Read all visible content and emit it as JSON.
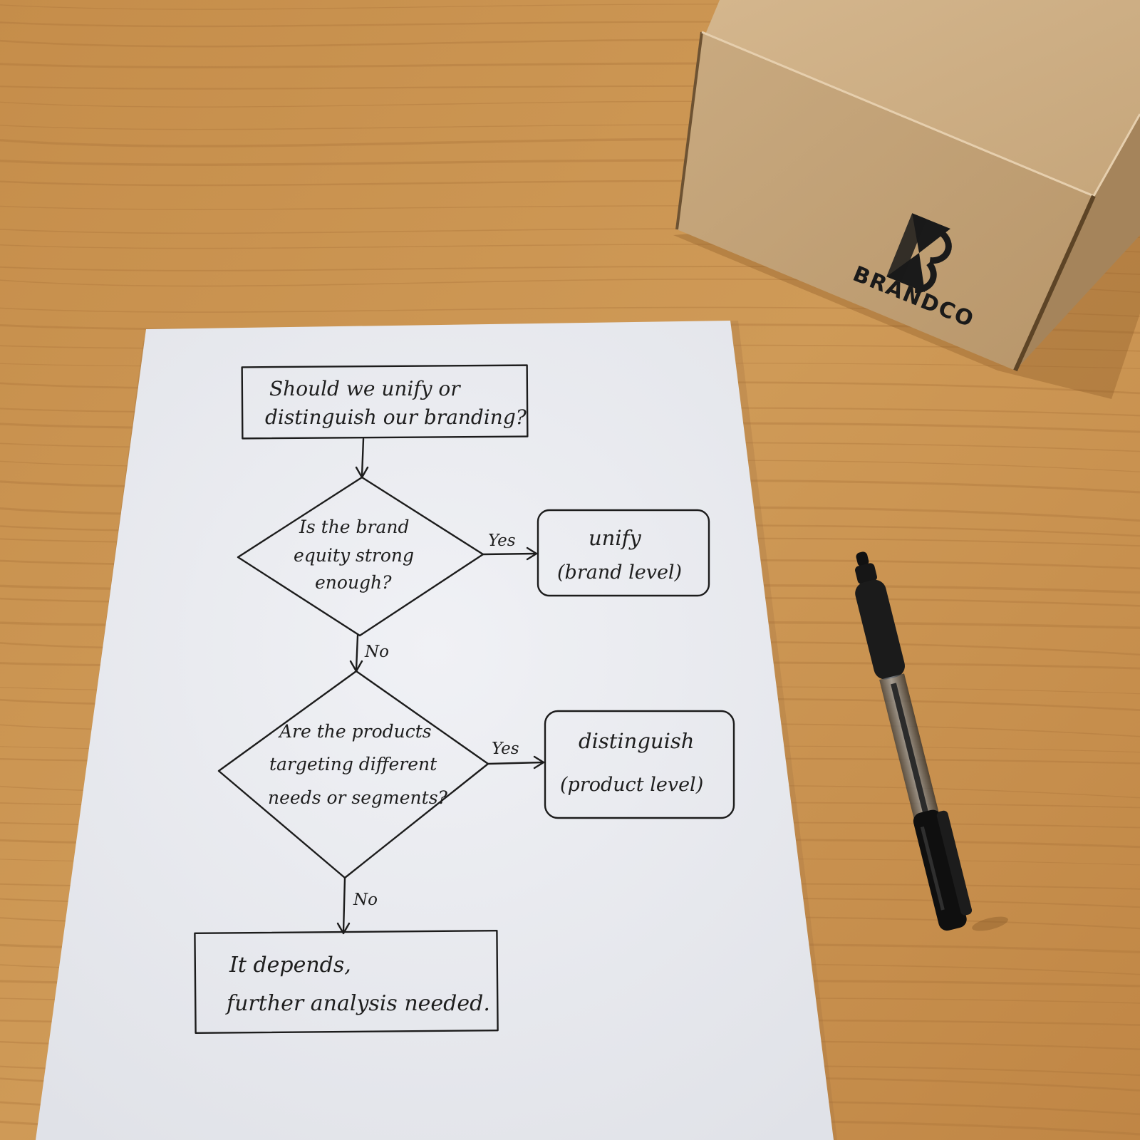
{
  "scene": {
    "description_items": [
      "desk",
      "paper-flowchart",
      "cardboard-box",
      "pen"
    ],
    "colors": {
      "wood": "#c9934f",
      "wood_dark": "#a8723a",
      "paper": "#eceef2",
      "ink": "#1c1c1c",
      "cardboard": "#c4a47a",
      "pen_black": "#111111"
    }
  },
  "flowchart": {
    "start": {
      "line1": "Should we unify or",
      "line2": "distinguish our branding?"
    },
    "decision1": {
      "line1": "Is the brand",
      "line2": "equity strong",
      "line3": "enough?"
    },
    "decision1_yes": "Yes",
    "result1": {
      "line1": "unify",
      "line2": "(brand level)"
    },
    "decision1_no": "No",
    "decision2": {
      "line1": "Are the products",
      "line2": "targeting different",
      "line3": "needs or segments?"
    },
    "decision2_yes": "Yes",
    "result2": {
      "line1": "distinguish",
      "line2": "(product level)"
    },
    "decision2_no": "No",
    "end": {
      "line1": "It depends,",
      "line2": "further analysis needed."
    }
  },
  "box": {
    "brand_text": "BRANDCO",
    "logo_icon": "brandco-logo-icon"
  },
  "pen": {
    "icon": "pen-icon"
  }
}
